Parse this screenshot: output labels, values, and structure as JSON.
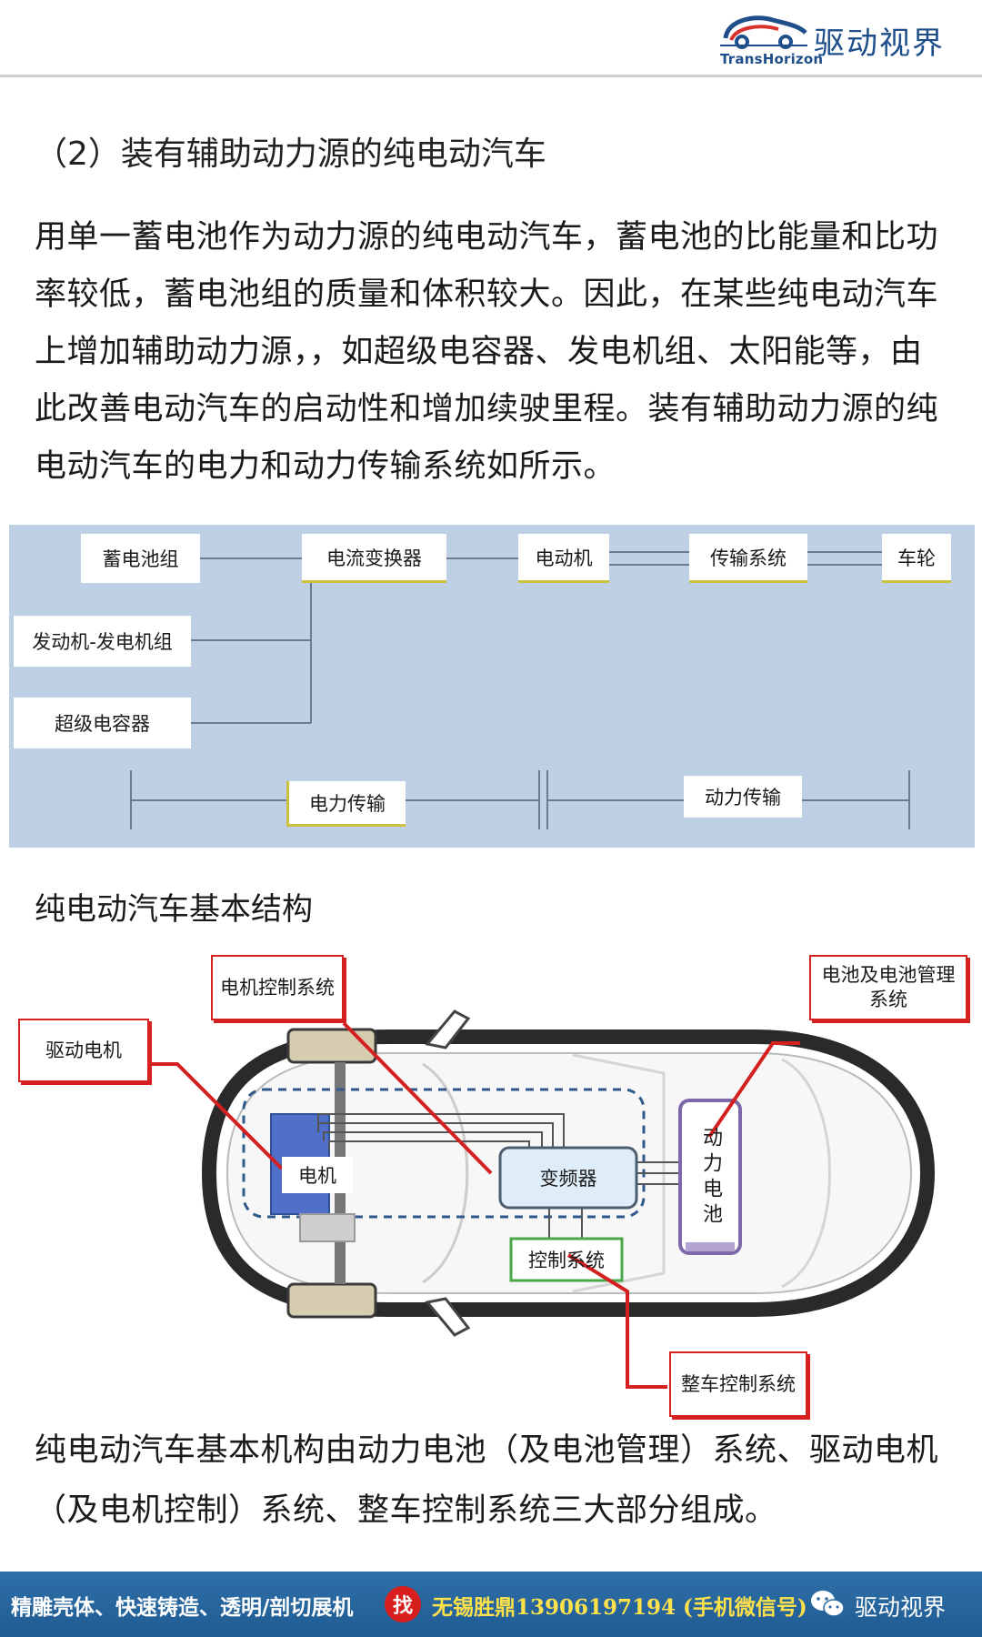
{
  "header": {
    "logo_title": "驱动视界",
    "logo_subtitle": "TransHorizon",
    "logo_icon": "car-swirl-logo-icon"
  },
  "content": {
    "subheading": "（2）装有辅助动力源的纯电动汽车",
    "paragraph": "用单一蓄电池作为动力源的纯电动汽车，蓄电池的比能量和比功率较低，蓄电池组的质量和体积较大。因此，在某些纯电动汽车上增加辅助动力源，，如超级电容器、发电机组、太阳能等，由此改善电动汽车的启动性和增加续驶里程。装有辅助动力源的纯电动汽车的电力和动力传输系统如所示。",
    "section_title": "纯电动汽车基本结构",
    "closing": "纯电动汽车基本机构由动力电池（及电池管理）系统、驱动电机（及电机控制）系统、整车控制系统三大部分组成。"
  },
  "flow_diagram": {
    "battery_pack": "蓄电池组",
    "converter": "电流变换器",
    "motor": "电动机",
    "transmission": "传输系统",
    "wheel": "车轮",
    "engine_generator": "发动机-发电机组",
    "supercapacitor": "超级电容器",
    "electric_transmission": "电力传输",
    "power_transmission": "动力传输"
  },
  "structure_diagram": {
    "callout_motor_control": "电机控制系统",
    "callout_drive_motor": "驱动电机",
    "callout_battery_mgmt": "电池及电池管理系统",
    "callout_vehicle_control": "整车控制系统",
    "motor": "电机",
    "inverter": "变频器",
    "control_system": "控制系统",
    "power_battery": "动力电池"
  },
  "footer": {
    "promo": "精雕壳体、快速铸造、透明/剖切展机",
    "find": "找",
    "contact": "无锡胜鼎13906197194 (手机微信号)",
    "brand": "驱动视界",
    "wechat_icon": "wechat-icon"
  },
  "colors": {
    "diagram_bg": "#bfcfe4",
    "callout_red": "#d42020",
    "footer_blue": "#2f6fa8",
    "footer_yellow": "#ffe14a",
    "brand_blue": "#1f4f8a"
  }
}
